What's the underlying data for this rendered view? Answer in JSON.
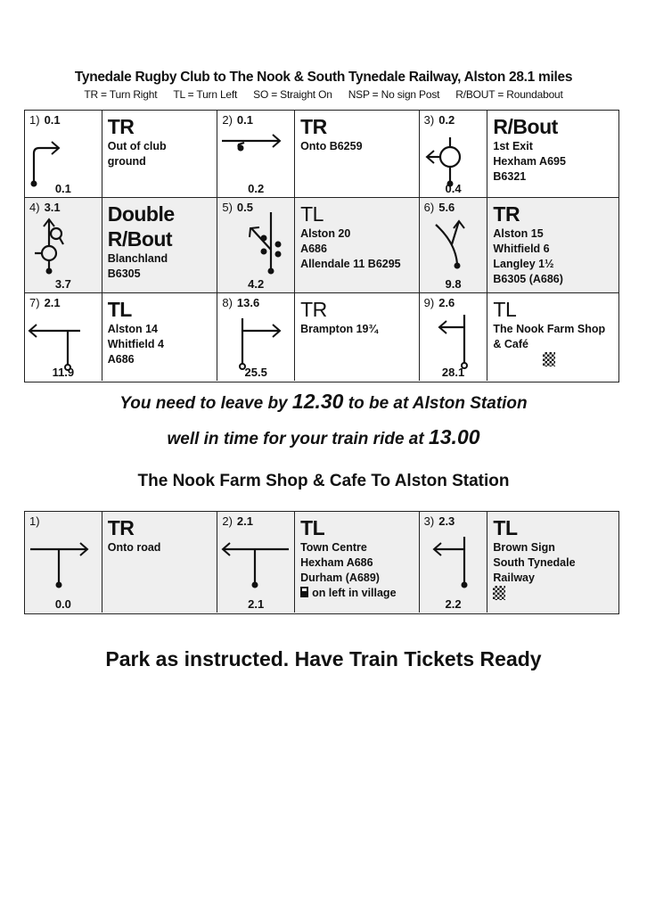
{
  "title": "Tynedale Rugby Club to The Nook & South Tynedale Railway, Alston 28.1 miles",
  "legend": [
    "TR = Turn Right",
    "TL = Turn Left",
    "SO = Straight On",
    "NSP = No sign Post",
    "R/BOUT = Roundabout"
  ],
  "leg1": {
    "steps": [
      {
        "num": "1)",
        "dist": "0.1",
        "total": "0.1",
        "instruction": "TR",
        "lines": [
          "Out of club",
          "ground"
        ],
        "flag": false
      },
      {
        "num": "2)",
        "dist": "0.1",
        "total": "0.2",
        "instruction": "TR",
        "lines": [
          "Onto B6259"
        ],
        "flag": false
      },
      {
        "num": "3)",
        "dist": "0.2",
        "total": "0.4",
        "instruction": "R/Bout",
        "lines": [
          "1st Exit",
          "Hexham A695",
          "B6321"
        ],
        "flag": false
      },
      {
        "num": "4)",
        "dist": "3.1",
        "total": "3.7",
        "instruction": "Double R/Bout",
        "lines": [
          "Blanchland",
          "B6305"
        ],
        "flag": false
      },
      {
        "num": "5)",
        "dist": "0.5",
        "total": "4.2",
        "instruction": "TL",
        "lines": [
          "Alston 20",
          "A686",
          "Allendale 11 B6295"
        ],
        "flag": false
      },
      {
        "num": "6)",
        "dist": "5.6",
        "total": "9.8",
        "instruction": "TR",
        "lines": [
          "Alston 15",
          "Whitfield 6",
          "Langley 1½",
          "B6305 (A686)"
        ],
        "flag": false
      },
      {
        "num": "7)",
        "dist": "2.1",
        "total": "11.9",
        "instruction": "TL",
        "lines": [
          "Alston 14",
          "Whitfield 4",
          "A686"
        ],
        "flag": false
      },
      {
        "num": "8)",
        "dist": "13.6",
        "total": "25.5",
        "instruction": "TR",
        "lines": [
          "Brampton 19¾"
        ],
        "flag": false
      },
      {
        "num": "9)",
        "dist": "2.6",
        "total": "28.1",
        "instruction": "TL",
        "lines": [
          "The Nook Farm Shop",
          "& Café"
        ],
        "flag": true
      }
    ]
  },
  "message": {
    "line1_a": "You need to leave by ",
    "line1_time": "12.30",
    "line1_b": " to be at Alston Station",
    "line2_a": "well in time for your train ride at ",
    "line2_time": "13.00"
  },
  "subtitle": "The Nook Farm Shop & Cafe To Alston Station",
  "leg2": {
    "steps": [
      {
        "num": "1)",
        "dist": "",
        "total": "0.0",
        "instruction": "TR",
        "lines": [
          "Onto road"
        ],
        "flag": false
      },
      {
        "num": "2)",
        "dist": "2.1",
        "total": "2.1",
        "instruction": "TL",
        "lines": [
          "Town Centre",
          "Hexham  A686",
          "Durham  (A689)"
        ],
        "fuel_note": "on left in village",
        "flag": false
      },
      {
        "num": "3)",
        "dist": "2.3",
        "total": "2.2",
        "instruction": "TL",
        "lines": [
          "Brown Sign",
          "South Tynedale",
          "Railway"
        ],
        "flag": true
      }
    ]
  },
  "footer": "Park as instructed.   Have Train Tickets Ready"
}
